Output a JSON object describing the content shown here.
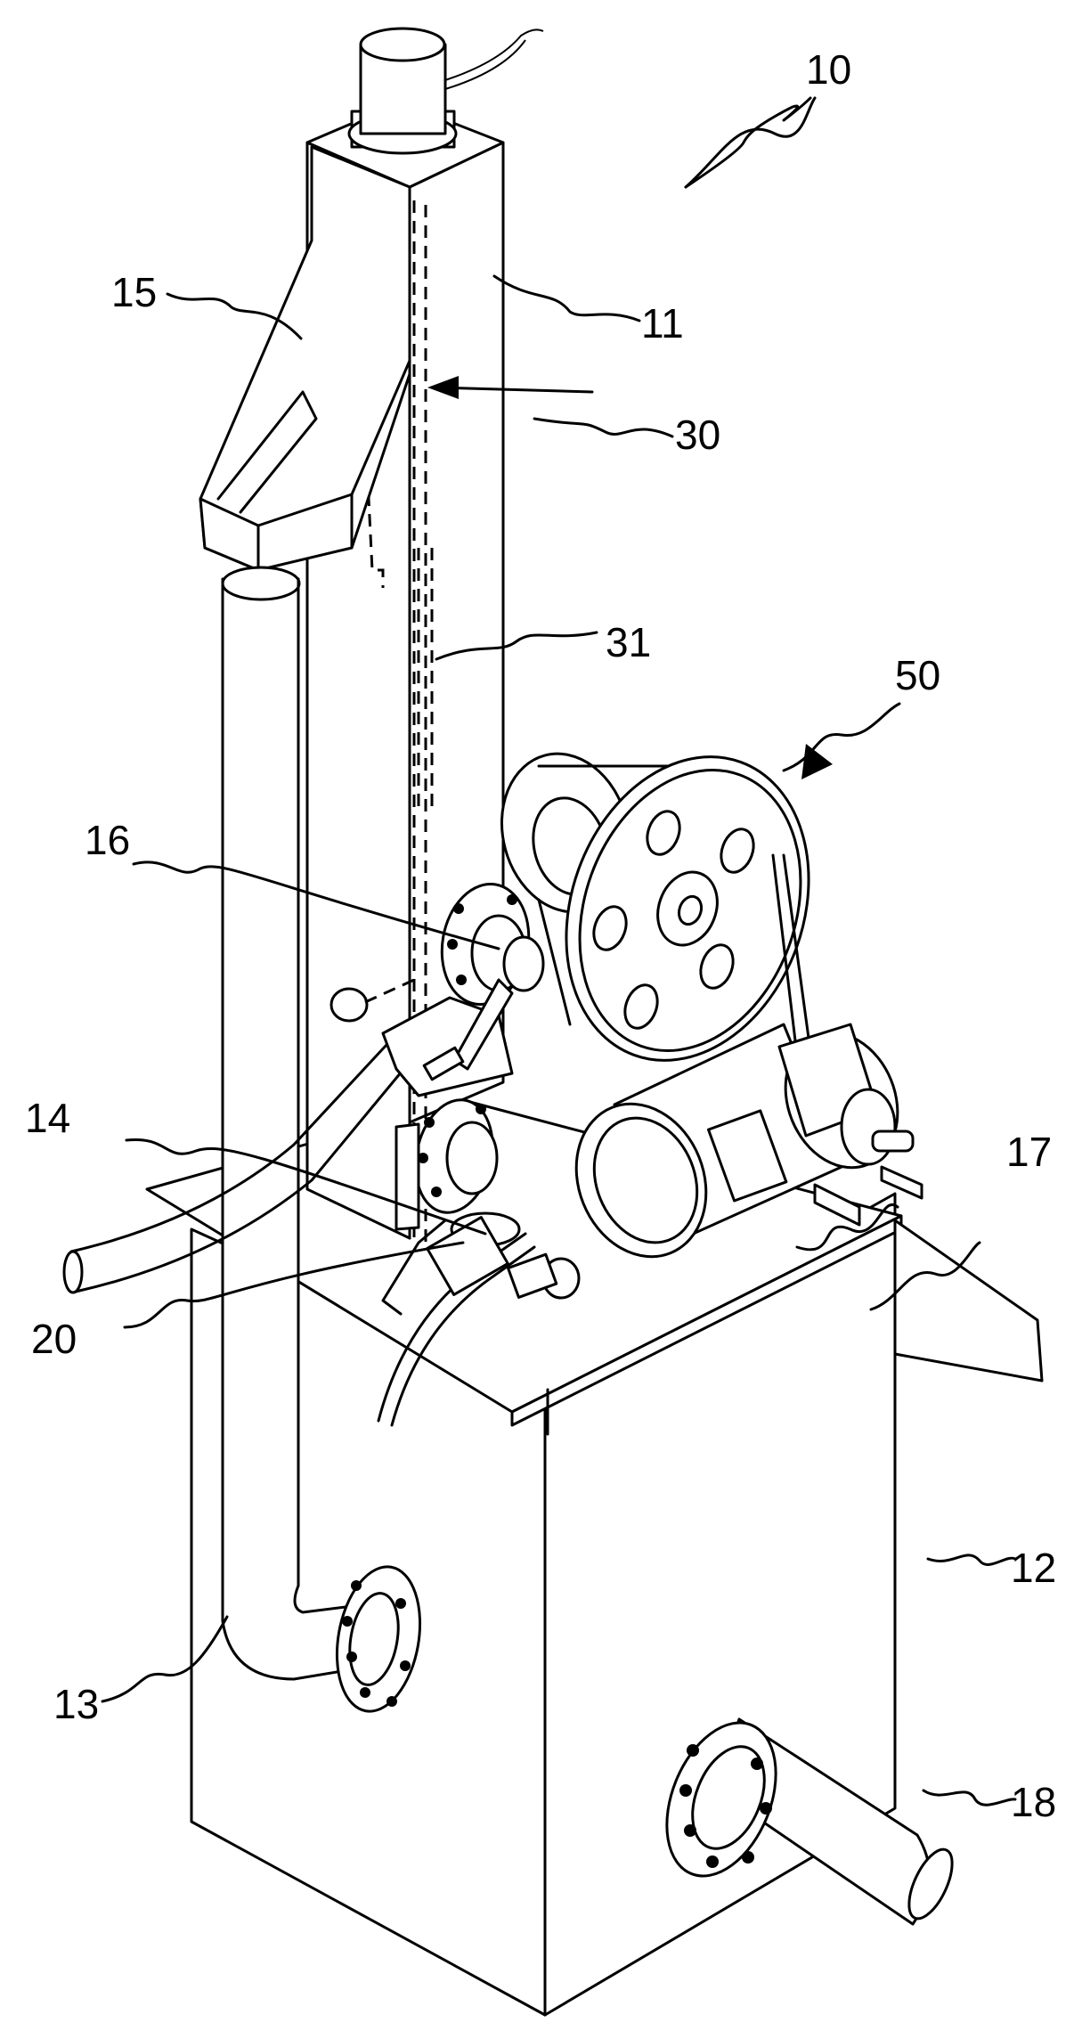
{
  "labels": {
    "assembly": "10",
    "column": "11",
    "housing": "12",
    "pipe_lower": "13",
    "deck": "14",
    "hood": "15",
    "bearing": "16",
    "guard": "17",
    "outlet": "18",
    "valve": "20",
    "arrow_30": "30",
    "slot": "31",
    "drive": "50"
  }
}
